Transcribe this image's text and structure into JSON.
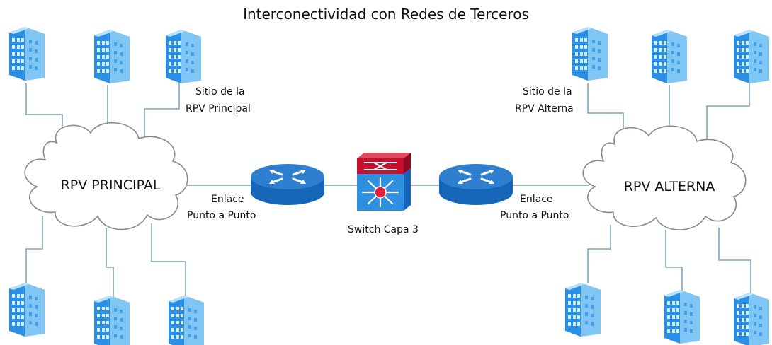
{
  "title": "Interconectividad con Redes de Terceros",
  "clouds": {
    "principal": "RPV PRINCIPAL",
    "alterna": "RPV ALTERNA"
  },
  "labels": {
    "sitio_principal": [
      "Sitio de la",
      "RPV  Principal"
    ],
    "sitio_alterna": [
      "Sitio de la",
      "RPV  Alterna"
    ],
    "enlace_left": [
      "Enlace",
      "Punto a Punto"
    ],
    "enlace_right": [
      "Enlace",
      "Punto a Punto"
    ],
    "switch": "Switch Capa 3"
  },
  "colors": {
    "building_front": "#2b8fe6",
    "building_side": "#7fc6f5",
    "building_top": "#b9e2fb",
    "router_top": "#2f7fd0",
    "router_side": "#1565b8",
    "switch_top": "#c8102e",
    "switch_front": "#2f8fe0",
    "switch_center": "#e5203a",
    "link": "#7fa6be",
    "cloud_stroke": "#8a8a8a"
  },
  "icons": [
    "building-icon",
    "router-icon",
    "layer3-switch-icon",
    "cloud-icon"
  ]
}
